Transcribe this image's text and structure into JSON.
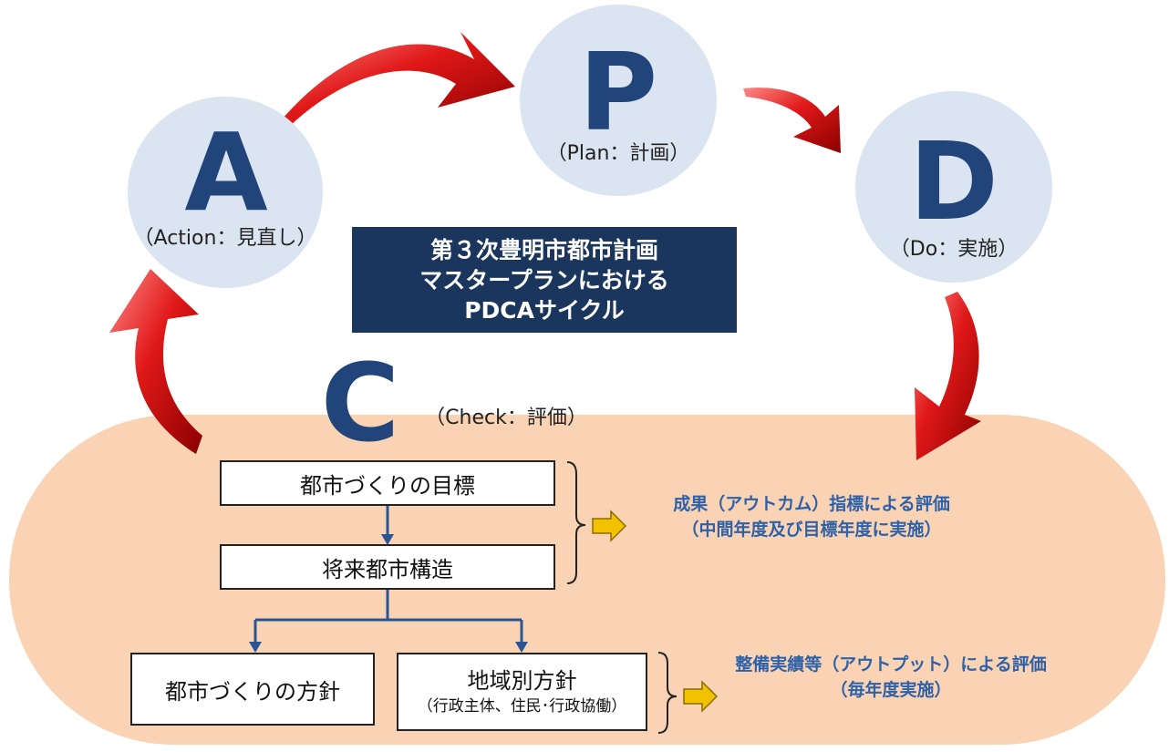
{
  "title": {
    "line1": "第３次豊明市都市計画",
    "line2": "マスタープランにおける",
    "line3": "PDCAサイクル"
  },
  "pdca": {
    "p": {
      "letter": "P",
      "caption": "（Plan：計画）"
    },
    "d": {
      "letter": "D",
      "caption": "（Do：実施）"
    },
    "c": {
      "letter": "C",
      "caption": "（Check：評価）"
    },
    "a": {
      "letter": "A",
      "caption": "（Action：見直し）"
    }
  },
  "boxes": {
    "goals": "都市づくりの目標",
    "future_structure": "将来都市構造",
    "policy": "都市づくりの方針",
    "regional_policy": "地域別方針",
    "regional_policy_note": "（行政主体、住民･行政協働）"
  },
  "evaluations": {
    "outcome_line1": "成果（アウトカム）指標による評価",
    "outcome_line2": "（中間年度及び目標年度に実施）",
    "output_line1": "整備実績等（アウトプット）による評価",
    "output_line2": "（毎年度実施）"
  },
  "colors": {
    "circle_fill": "#dbe4f1",
    "letter": "#21447a",
    "title_bg": "#1b365d",
    "check_area": "#f9d3b4",
    "arrow_red": "#d42020",
    "eval_text": "#2e62a8",
    "yellow_arrow": "#f2c200",
    "connector": "#2a5592"
  }
}
